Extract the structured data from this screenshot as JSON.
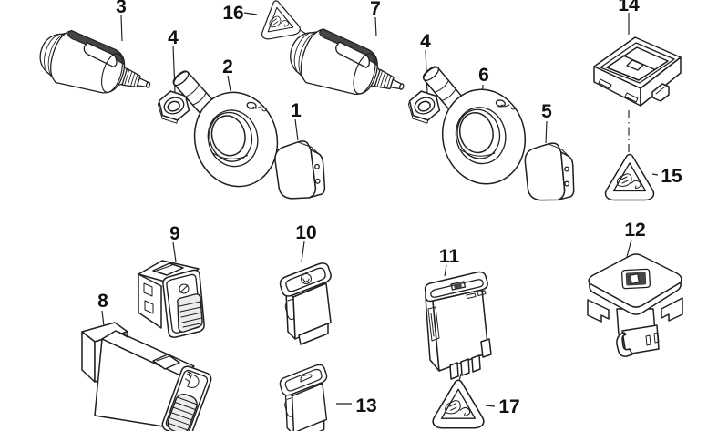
{
  "diagram": {
    "colors": {
      "background": "#ffffff",
      "line": "#1f1f1f",
      "dark": "#454545",
      "shade": "#ececec",
      "label": "#111111"
    },
    "callouts": {
      "c1": "1",
      "c2": "2",
      "c3": "3",
      "c4a": "4",
      "c4b": "4",
      "c5": "5",
      "c6": "6",
      "c7": "7",
      "c8": "8",
      "c9": "9",
      "c10": "10",
      "c11": "11",
      "c12": "12",
      "c13": "13",
      "c14": "14",
      "c15": "15",
      "c16": "16",
      "c17": "17"
    }
  }
}
